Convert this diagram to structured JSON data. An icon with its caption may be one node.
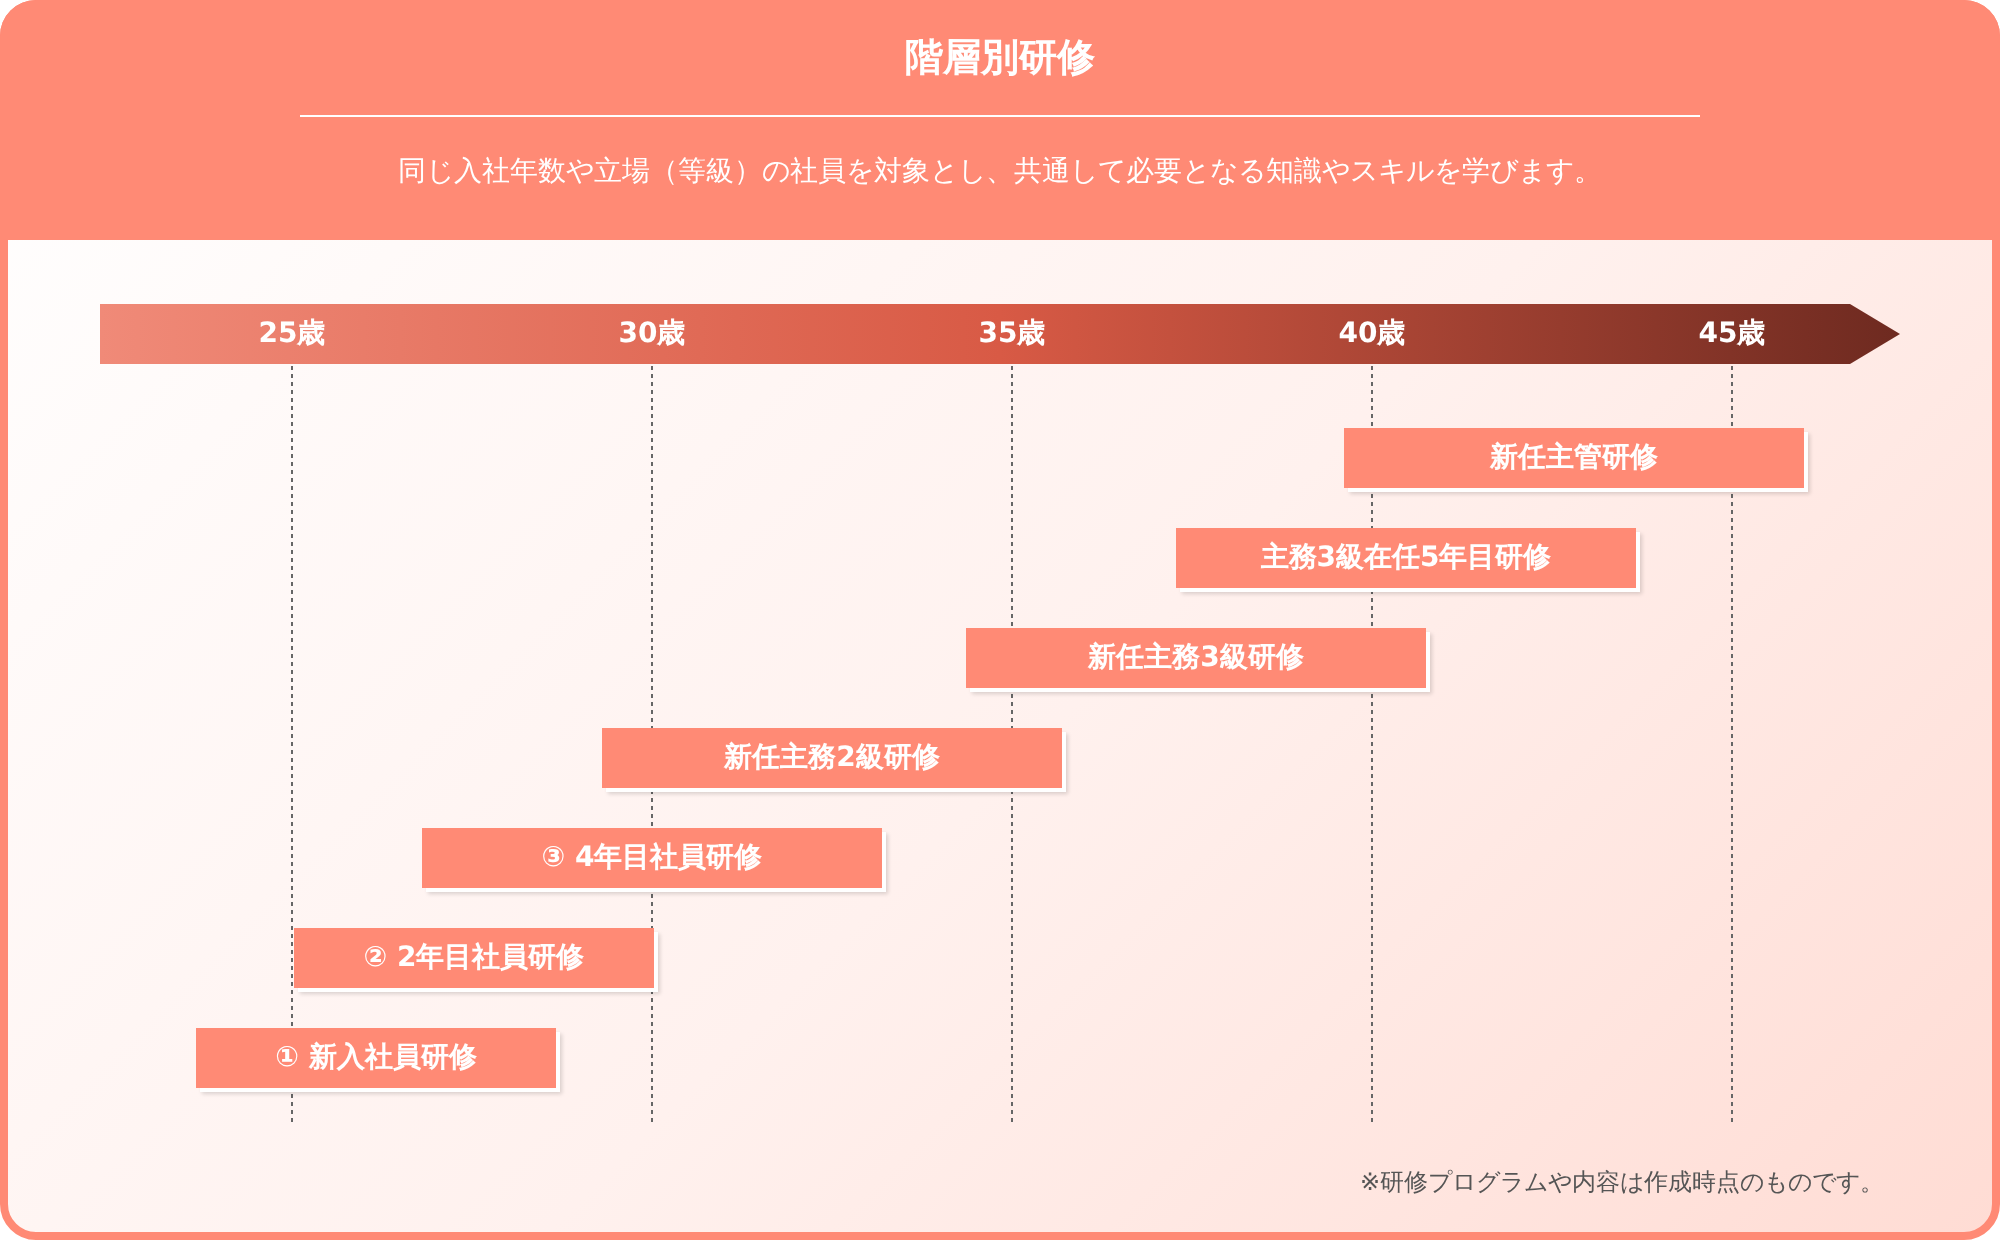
{
  "diagram": {
    "title": "階層別研修",
    "nodes": [
      {
        "text": [
          "新任主管研修"
        ]
      },
      {
        "text": [
          "主務3級在任5年目研修"
        ]
      },
      {
        "text": [
          "新任主務3級研修"
        ]
      },
      {
        "text": [
          "新任主務2級研修"
        ]
      },
      {
        "text": [
          "③ 4年目社員研修"
        ]
      },
      {
        "text": [
          "② 2年目社員研修"
        ]
      },
      {
        "text": [
          "① 新入社員研修"
        ]
      }
    ],
    "edges": [],
    "labels": [
      "同じ入社年数や立場（等級）の社員を対象とし、共通して必要となる知識やスキルを学びます。",
      "25歳",
      "30歳",
      "35歳",
      "40歳",
      "45歳",
      "※研修プログラムや内容は作成時点のものです。"
    ]
  }
}
